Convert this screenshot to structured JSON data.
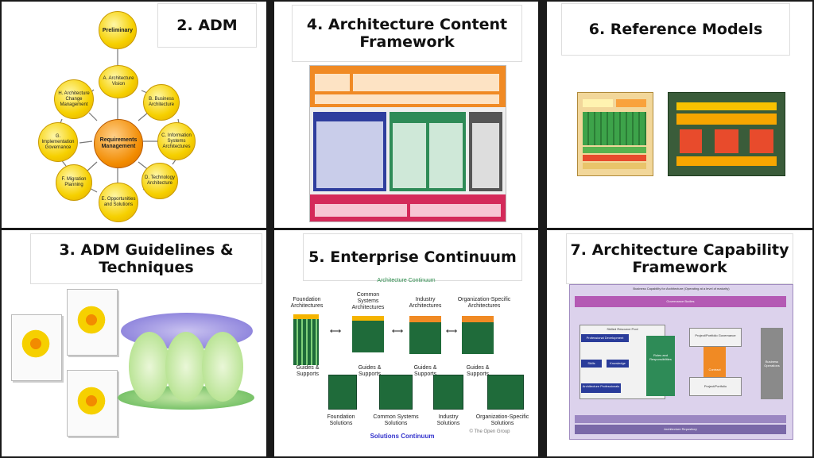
{
  "panels": {
    "p2": {
      "title": "2. ADM"
    },
    "p4": {
      "title": "4. Architecture Content Framework"
    },
    "p6": {
      "title": "6. Reference Models"
    },
    "p3": {
      "title": "3. ADM Guidelines & Techniques"
    },
    "p5": {
      "title": "5. Enterprise Continuum"
    },
    "p7": {
      "title": "7. Architecture Capability Framework"
    }
  },
  "adm": {
    "preliminary": "Preliminary",
    "center": "Requirements Management",
    "phases": {
      "a": "A. Architecture Vision",
      "b": "B. Business Architecture",
      "c": "C. Information Systems Architectures",
      "d": "D. Technology Architecture",
      "e": "E. Opportunities and Solutions",
      "f": "F. Migration Planning",
      "g": "G. Implementation Governance",
      "h": "H. Architecture Change Management"
    }
  },
  "continuum": {
    "top_label": "Architecture Continuum",
    "arch": [
      "Foundation Architectures",
      "Common Systems Architectures",
      "Industry Architectures",
      "Organization-Specific Architectures"
    ],
    "sol": [
      "Foundation Solutions",
      "Common Systems Solutions",
      "Industry Solutions",
      "Organization-Specific Solutions"
    ],
    "guides": "Guides & Supports",
    "bottom_label": "Solutions Continuum",
    "copyright": "© The Open Group"
  },
  "capability": {
    "header": "Business Capability for Architecture (Operating at a level of maturity)",
    "governance": "Governance Bodies",
    "skilled": "Skilled Resource Pool",
    "prof_dev": "Professional Development",
    "skills": "Skills",
    "knowledge": "Knowledge",
    "arch_pros": "Architecture Professionals",
    "roles": "Roles and Responsibilities",
    "pp_gov": "Project/Portfolio Governance",
    "contract": "Contract",
    "pp": "Project/Portfolio",
    "biz_ops": "Business Operations",
    "repo": "Architecture Repository"
  },
  "colors": {
    "adm_yellow": "#f6d000",
    "adm_orange": "#f28b00",
    "continuum_green": "#1f6b3a",
    "capability_purple": "#b45ab4"
  }
}
